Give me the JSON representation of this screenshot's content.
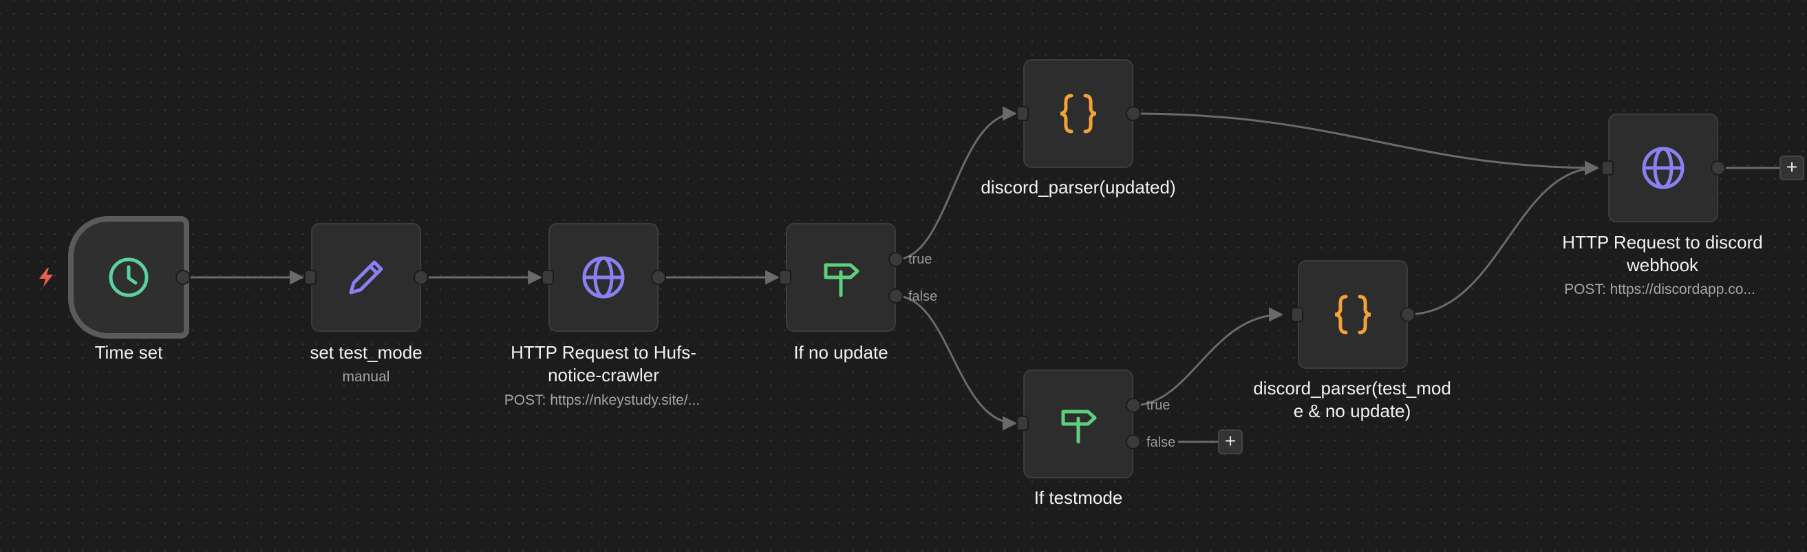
{
  "nodes": {
    "time_set": {
      "label": "Time set",
      "icon": "clock-icon",
      "color": "#5ecf9f"
    },
    "set_test_mode": {
      "label": "set test_mode",
      "subtitle": "manual",
      "icon": "pencil-icon",
      "color": "#8b80f1"
    },
    "http_crawler": {
      "label_line1": "HTTP Request to Hufs-",
      "label_line2": "notice-crawler",
      "subtitle": "POST: https://nkeystudy.site/...",
      "icon": "globe-icon",
      "color": "#8b80f1"
    },
    "if_no_update": {
      "label": "If no update",
      "icon": "signpost-icon",
      "color": "#5ecf7a"
    },
    "discord_parser_updated": {
      "label": "discord_parser(updated)",
      "icon": "braces-icon",
      "color": "#f3a336"
    },
    "if_testmode": {
      "label": "If testmode",
      "icon": "signpost-icon",
      "color": "#5ecf7a"
    },
    "discord_parser_test": {
      "label_line1": "discord_parser(test_mod",
      "label_line2": "e & no update)",
      "icon": "braces-icon",
      "color": "#f3a336"
    },
    "http_discord": {
      "label_line1": "HTTP Request to discord",
      "label_line2": "webhook",
      "subtitle": "POST: https://discordapp.co...",
      "icon": "globe-icon",
      "color": "#8b80f1"
    }
  },
  "branches": {
    "if_no_update_true": "true",
    "if_no_update_false": "false",
    "if_testmode_true": "true",
    "if_testmode_false": "false"
  },
  "add_button_label": "+",
  "trigger_icon": "lightning-bolt-icon",
  "colors": {
    "background": "#1c1c1c",
    "node_fill": "#2d2d2e",
    "edge": "#6a6a6a",
    "trigger_bolt": "#e8604c"
  }
}
